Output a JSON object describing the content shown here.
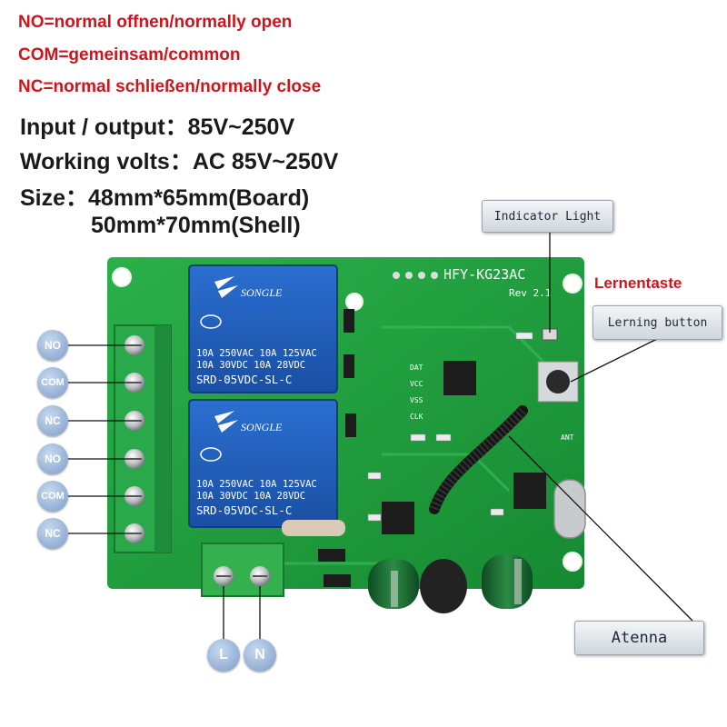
{
  "legend": [
    "NO=normal offnen/normally open",
    "COM=gemeinsam/common",
    "NC=normal schließen/normally close"
  ],
  "specs": [
    "Input / output：85V~250V",
    "Working volts：AC 85V~250V",
    "Size：48mm*65mm(Board)",
    "50mm*70mm(Shell)"
  ],
  "board": {
    "model": "HFY-KG23AC",
    "rev": "Rev 2.1",
    "pin_labels": [
      "DAT",
      "VCC",
      "VSS",
      "CLK"
    ],
    "ant_label": "ANT"
  },
  "relays": [
    {
      "brand": "SONGLE",
      "line1": "10A 250VAC  10A 125VAC",
      "line2": "10A  30VDC  10A  28VDC",
      "model": "SRD-05VDC-SL-C"
    },
    {
      "brand": "SONGLE",
      "line1": "10A 250VAC  10A 125VAC",
      "line2": "10A  30VDC  10A  28VDC",
      "model": "SRD-05VDC-SL-C"
    }
  ],
  "callouts": {
    "indicator": "Indicator Light",
    "lernentaste": "Lernentaste",
    "learning": "Lerning button",
    "antenna": "Atenna"
  },
  "terminals": [
    "NO",
    "COM",
    "NC",
    "NO",
    "COM",
    "NC"
  ],
  "power": [
    "L",
    "N"
  ],
  "colors": {
    "pcb": "#1f9a3a",
    "relay": "#1f5fb8",
    "legend_text": "#d0141c"
  }
}
